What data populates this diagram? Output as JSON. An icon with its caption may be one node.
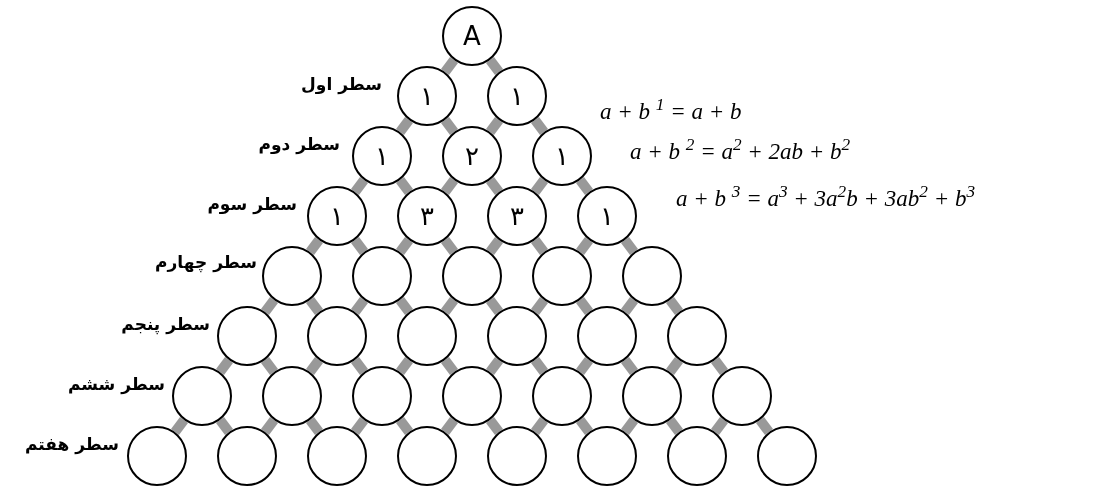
{
  "diagram": {
    "nodes": [
      {
        "text": [
          "A"
        ]
      },
      {
        "text": [
          "۱"
        ]
      },
      {
        "text": [
          "۱"
        ]
      },
      {
        "text": [
          "۱"
        ]
      },
      {
        "text": [
          "۲"
        ]
      },
      {
        "text": [
          "۱"
        ]
      },
      {
        "text": [
          "۱"
        ]
      },
      {
        "text": [
          "۳"
        ]
      },
      {
        "text": [
          "۳"
        ]
      },
      {
        "text": [
          "۱"
        ]
      },
      {
        "text": [],
        "shape": "circle"
      },
      {
        "text": [],
        "shape": "circle"
      },
      {
        "text": [],
        "shape": "circle"
      },
      {
        "text": [],
        "shape": "circle"
      },
      {
        "text": [],
        "shape": "circle"
      },
      {
        "text": [],
        "shape": "circle"
      },
      {
        "text": [],
        "shape": "circle"
      },
      {
        "text": [],
        "shape": "circle"
      },
      {
        "text": [],
        "shape": "circle"
      },
      {
        "text": [],
        "shape": "circle"
      },
      {
        "text": [],
        "shape": "circle"
      },
      {
        "text": [],
        "shape": "circle"
      },
      {
        "text": [],
        "shape": "circle"
      },
      {
        "text": [],
        "shape": "circle"
      },
      {
        "text": [],
        "shape": "circle"
      },
      {
        "text": [],
        "shape": "circle"
      },
      {
        "text": [],
        "shape": "circle"
      },
      {
        "text": [],
        "shape": "circle"
      },
      {
        "text": [],
        "shape": "circle"
      },
      {
        "text": [],
        "shape": "circle"
      },
      {
        "text": [],
        "shape": "circle"
      },
      {
        "text": [],
        "shape": "circle"
      },
      {
        "text": [],
        "shape": "circle"
      },
      {
        "text": [],
        "shape": "circle"
      },
      {
        "text": [],
        "shape": "circle"
      },
      {
        "text": [],
        "shape": "circle"
      }
    ],
    "edges": [
      {
        "from": 0,
        "to": 1,
        "arrow": "none"
      },
      {
        "from": 0,
        "to": 2,
        "arrow": "none"
      },
      {
        "from": 1,
        "to": 3,
        "arrow": "none"
      },
      {
        "from": 1,
        "to": 4,
        "arrow": "none"
      },
      {
        "from": 2,
        "to": 4,
        "arrow": "none"
      },
      {
        "from": 2,
        "to": 5,
        "arrow": "none"
      },
      {
        "from": 3,
        "to": 6,
        "arrow": "none"
      },
      {
        "from": 3,
        "to": 7,
        "arrow": "none"
      },
      {
        "from": 4,
        "to": 7,
        "arrow": "none"
      },
      {
        "from": 4,
        "to": 8,
        "arrow": "none"
      },
      {
        "from": 5,
        "to": 8,
        "arrow": "none"
      },
      {
        "from": 5,
        "to": 9,
        "arrow": "none"
      },
      {
        "from": 6,
        "to": 10,
        "arrow": "none"
      },
      {
        "from": 6,
        "to": 11,
        "arrow": "none"
      },
      {
        "from": 7,
        "to": 11,
        "arrow": "none"
      },
      {
        "from": 7,
        "to": 12,
        "arrow": "none"
      },
      {
        "from": 8,
        "to": 12,
        "arrow": "none"
      },
      {
        "from": 8,
        "to": 13,
        "arrow": "none"
      },
      {
        "from": 9,
        "to": 13,
        "arrow": "none"
      },
      {
        "from": 9,
        "to": 14,
        "arrow": "none"
      },
      {
        "from": 10,
        "to": 15,
        "arrow": "none"
      },
      {
        "from": 10,
        "to": 16,
        "arrow": "none"
      },
      {
        "from": 11,
        "to": 16,
        "arrow": "none"
      },
      {
        "from": 11,
        "to": 17,
        "arrow": "none"
      },
      {
        "from": 12,
        "to": 17,
        "arrow": "none"
      },
      {
        "from": 12,
        "to": 18,
        "arrow": "none"
      },
      {
        "from": 13,
        "to": 18,
        "arrow": "none"
      },
      {
        "from": 13,
        "to": 19,
        "arrow": "none"
      },
      {
        "from": 14,
        "to": 19,
        "arrow": "none"
      },
      {
        "from": 14,
        "to": 20,
        "arrow": "none"
      },
      {
        "from": 15,
        "to": 21,
        "arrow": "none"
      },
      {
        "from": 15,
        "to": 22,
        "arrow": "none"
      },
      {
        "from": 16,
        "to": 22,
        "arrow": "none"
      },
      {
        "from": 16,
        "to": 23,
        "arrow": "none"
      },
      {
        "from": 17,
        "to": 23,
        "arrow": "none"
      },
      {
        "from": 17,
        "to": 24,
        "arrow": "none"
      },
      {
        "from": 18,
        "to": 24,
        "arrow": "none"
      },
      {
        "from": 18,
        "to": 25,
        "arrow": "none"
      },
      {
        "from": 19,
        "to": 25,
        "arrow": "none"
      },
      {
        "from": 19,
        "to": 26,
        "arrow": "none"
      },
      {
        "from": 20,
        "to": 26,
        "arrow": "none"
      },
      {
        "from": 20,
        "to": 27,
        "arrow": "none"
      },
      {
        "from": 21,
        "to": 28,
        "arrow": "none"
      },
      {
        "from": 21,
        "to": 29,
        "arrow": "none"
      },
      {
        "from": 22,
        "to": 29,
        "arrow": "none"
      },
      {
        "from": 22,
        "to": 30,
        "arrow": "none"
      },
      {
        "from": 23,
        "to": 30,
        "arrow": "none"
      },
      {
        "from": 23,
        "to": 31,
        "arrow": "none"
      },
      {
        "from": 24,
        "to": 31,
        "arrow": "none"
      },
      {
        "from": 24,
        "to": 32,
        "arrow": "none"
      },
      {
        "from": 25,
        "to": 32,
        "arrow": "none"
      },
      {
        "from": 25,
        "to": 33,
        "arrow": "none"
      },
      {
        "from": 26,
        "to": 33,
        "arrow": "none"
      },
      {
        "from": 26,
        "to": 34,
        "arrow": "none"
      },
      {
        "from": 27,
        "to": 34,
        "arrow": "none"
      },
      {
        "from": 27,
        "to": 35,
        "arrow": "none"
      }
    ],
    "labels": [
      "سطر اول",
      "a + b $^{1}$ = a + b",
      "سطر دوم",
      "a + b $^{2}$ = a$^{2}$ + 2ab + b$^{2}$",
      "سطر سوم",
      "a + b $^{3}$ = a$^{3}$ + 3a$^{2}$b + 3ab$^{2}$ + b$^{3}$",
      "سطر چهارم",
      "سطر پنجم",
      "سطر ششم",
      "سطر هفتم"
    ]
  }
}
